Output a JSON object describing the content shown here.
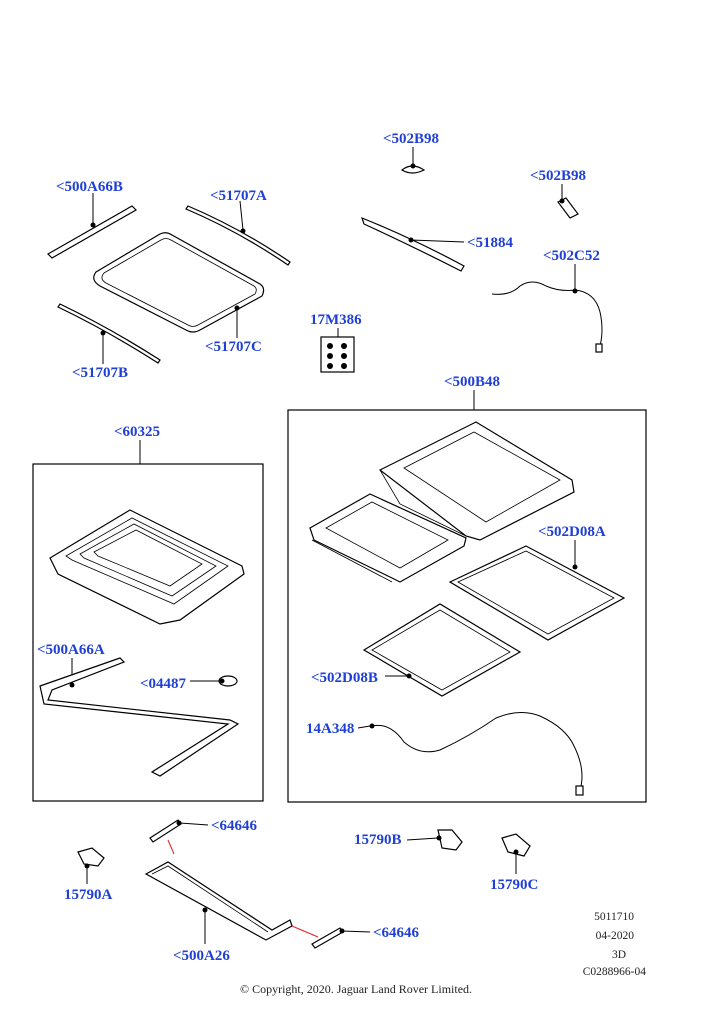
{
  "callouts": {
    "c500A66B": "<500A66B",
    "c51707A": "<51707A",
    "c51707C": "<51707C",
    "c51707B": "<51707B",
    "c502B98_top": "<502B98",
    "c502B98_right": "<502B98",
    "c51884": "<51884",
    "c502C52": "<502C52",
    "c17M386": "17M386",
    "c500B48": "<500B48",
    "c60325": "<60325",
    "c502D08A": "<502D08A",
    "c500A66A": "<500A66A",
    "c04487": "<04487",
    "c502D08B": "<502D08B",
    "c14A348": "14A348",
    "c64646_top": "<64646",
    "c15790B": "15790B",
    "c15790A": "15790A",
    "c15790C": "15790C",
    "c64646_bottom": "<64646",
    "c500A26": "<500A26"
  },
  "meta": {
    "line1": "5011710",
    "line2": "04-2020",
    "line3": "3D",
    "line4": "C0288966-04"
  },
  "copyright": "© Copyright, 2020. Jaguar Land Rover Limited.",
  "colors": {
    "callout": "#1f3fd6",
    "leader": "#000000",
    "accent": "#e02020"
  }
}
